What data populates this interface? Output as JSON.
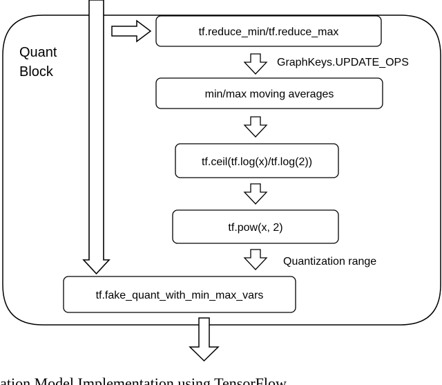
{
  "block": {
    "label_line1": "Quant",
    "label_line2": "Block"
  },
  "nodes": {
    "reduce": "tf.reduce_min/tf.reduce_max",
    "moving_avg": "min/max moving averages",
    "ceil_log": "tf.ceil(tf.log(x)/tf.log(2))",
    "pow": "tf.pow(x, 2)",
    "fake_quant": "tf.fake_quant_with_min_max_vars"
  },
  "edge_labels": {
    "update_ops": "GraphKeys.UPDATE_OPS",
    "quant_range": "Quantization range"
  },
  "caption": "lation Model Implementation using TensorFlow",
  "colors": {
    "stroke": "#000000",
    "fill": "#ffffff",
    "text": "#000000"
  }
}
